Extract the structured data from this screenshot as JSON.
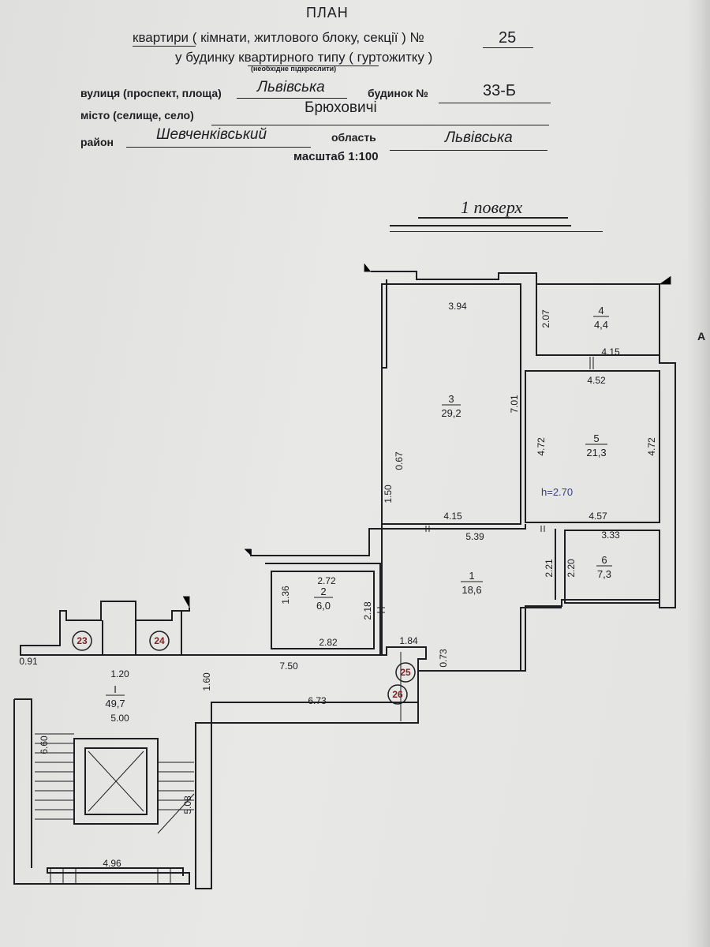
{
  "header": {
    "title": "ПЛАН",
    "line1_prefix": "квартири ( кімнати, житлового блоку, секції ) №",
    "apartment_number": "25",
    "line2": "у будинку квартирного типу ( гуртожитку )",
    "note": "(необхідне підкреслити)",
    "street_label": "вулиця (проспект, площа)",
    "street": "Львівська",
    "building_label": "будинок №",
    "building": "33-Б",
    "city_label": "місто (селище, село)",
    "city": "Брюховичі",
    "district_label": "район",
    "district": "Шевченківський",
    "region_label": "область",
    "region": "Львівська",
    "scale": "масштаб 1:100"
  },
  "floor_label": "1 поверх",
  "rooms": [
    {
      "number": "1",
      "area": "18,6"
    },
    {
      "number": "2",
      "area": "6,0"
    },
    {
      "number": "3",
      "area": "29,2"
    },
    {
      "number": "4",
      "area": "4,4"
    },
    {
      "number": "5",
      "area": "21,3"
    },
    {
      "number": "6",
      "area": "7,3"
    }
  ],
  "common_area": {
    "number": "I",
    "area": "49,7"
  },
  "height_note": "h=2.70",
  "apartment_markers": [
    "23",
    "24",
    "25",
    "26"
  ],
  "dimensions": {
    "r3_top": "3.94",
    "r3_right": "7.01",
    "r3_left": "0.67",
    "r3_bottom": "4.15",
    "r4_left": "2.07",
    "r4_bottom": "4.15",
    "r5_top": "4.52",
    "r5_left": "4.72",
    "r5_right": "4.72",
    "r5_bottom": "4.57",
    "r1_top": "5.39",
    "r1_right": "2.21",
    "r1_bottom": "0.73",
    "r6_top": "3.33",
    "r6_left": "2.20",
    "r2_top": "2.72",
    "r2_left": "1.36",
    "r2_right": "2.18",
    "r2_bottom": "2.82",
    "left_wall": "1.50",
    "door_a": "1.84",
    "corridor_long": "7.50",
    "corridor_mid": "6.73",
    "corridor_width": "1.60",
    "corridor_left": "5.00",
    "left_small": "0.91",
    "left_top": "1.20",
    "stair_left": "6.60",
    "stair_right": "5.08",
    "stair_bottom": "4.96"
  },
  "side_tag": "А"
}
